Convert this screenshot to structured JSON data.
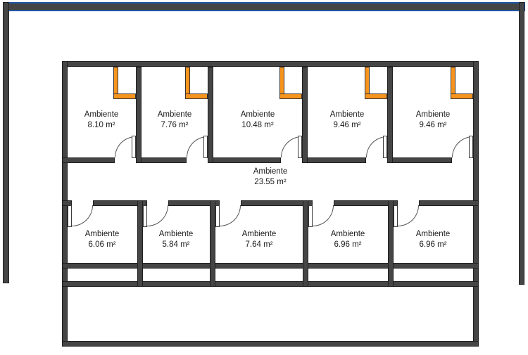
{
  "drawing": {
    "type": "floor-plan",
    "room_count": 11,
    "area_unit": "m²"
  },
  "colors": {
    "wall-fill": "#454545",
    "wall-edge": "#1f1f1f",
    "accent-blue": "#1f55a5",
    "accent-orange": "#f7941e",
    "text": "#1a1a1a",
    "canvas-bg": "#ffffff"
  },
  "rooms": {
    "top": [
      {
        "name": "Ambiente",
        "area": "8.10 m²"
      },
      {
        "name": "Ambiente",
        "area": "7.76 m²"
      },
      {
        "name": "Ambiente",
        "area": "10.48 m²"
      },
      {
        "name": "Ambiente",
        "area": "9.46 m²"
      },
      {
        "name": "Ambiente",
        "area": "9.46 m²"
      }
    ],
    "corridor": {
      "name": "Ambiente",
      "area": "23.55 m²"
    },
    "bottom": [
      {
        "name": "Ambiente",
        "area": "6.06 m²"
      },
      {
        "name": "Ambiente",
        "area": "5.84 m²"
      },
      {
        "name": "Ambiente",
        "area": "7.64 m²"
      },
      {
        "name": "Ambiente",
        "area": "6.96 m²"
      },
      {
        "name": "Ambiente",
        "area": "6.96 m²"
      }
    ]
  }
}
